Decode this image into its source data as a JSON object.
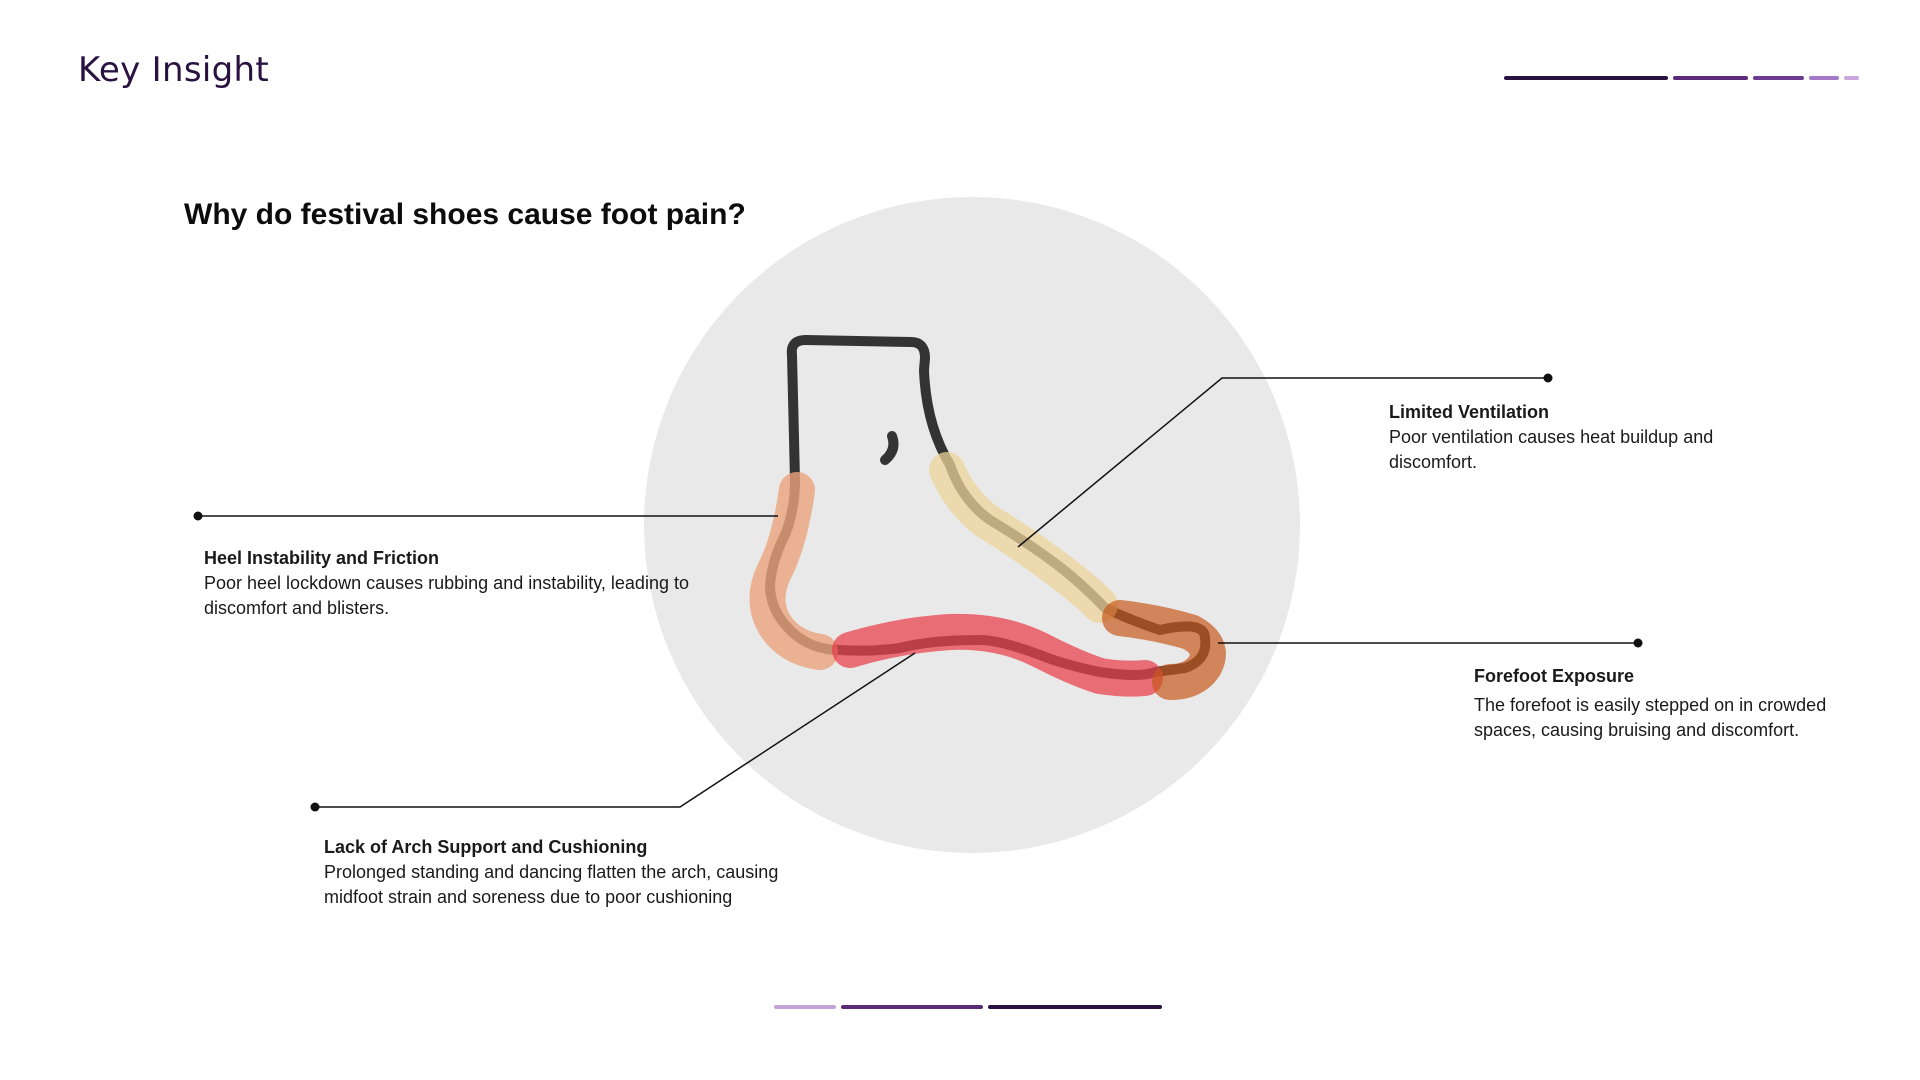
{
  "header": {
    "title": "Key Insight",
    "progress_colors": [
      "#2a1240",
      "#5b2a7a",
      "#6e3a92",
      "#a678c6",
      "#c9a6dd"
    ],
    "footer_colors": [
      "#c3a3d6",
      "#5b2a7a",
      "#2a1240"
    ]
  },
  "question": "Why do festival shoes cause foot pain?",
  "callouts": [
    {
      "key": "heel",
      "title": "Heel Instability and Friction",
      "description": "Poor heel lockdown causes rubbing and instability, leading to discomfort and blisters.",
      "highlight_color": "#eaa27c"
    },
    {
      "key": "ventilation",
      "title": "Limited Ventilation",
      "description": "Poor ventilation causes heat buildup and discomfort.",
      "highlight_color": "#ecd49a"
    },
    {
      "key": "forefoot",
      "title": "Forefoot Exposure",
      "description": "The forefoot is easily stepped on in crowded spaces, causing bruising and discomfort.",
      "highlight_color": "#c8581c"
    },
    {
      "key": "arch",
      "title": "Lack of Arch Support and Cushioning",
      "description": "Prolonged standing and dancing flatten the arch, causing midfoot strain and soreness due to poor cushioning",
      "highlight_color": "#e8434d"
    }
  ],
  "colors": {
    "foot_outline": "#333333",
    "background_circle": "#e9e9e9",
    "leader_line": "#111111"
  },
  "icons": [
    "foot-outline-icon",
    "ankle-bone-icon"
  ]
}
